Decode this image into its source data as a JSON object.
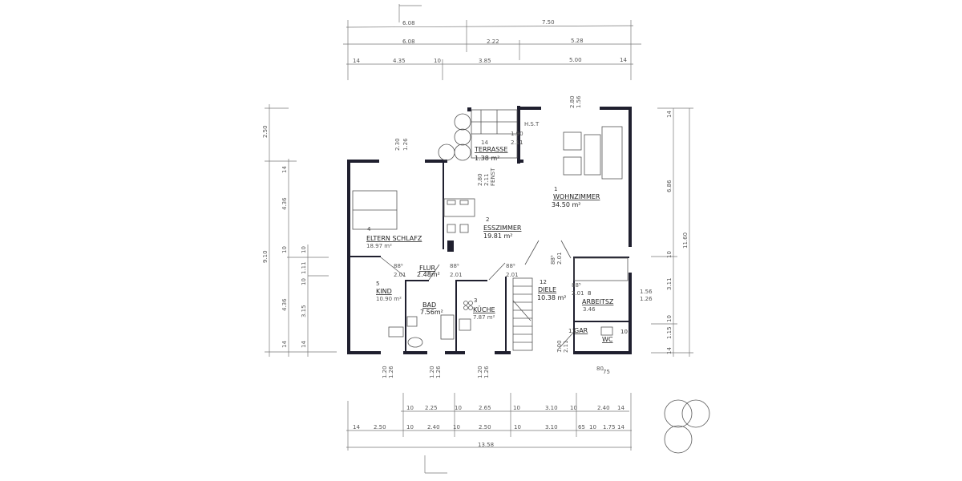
{
  "rooms": {
    "terrasse": {
      "name": "TERRASSE",
      "area": "1.38 m²"
    },
    "wohnzimmer": {
      "number": "1",
      "name": "WOHNZIMMER",
      "area": "34.50 m²"
    },
    "esszimmer": {
      "number": "2",
      "name": "ESSZIMMER",
      "area": "19.81 m²"
    },
    "kueche": {
      "number": "3",
      "name": "KÜCHE",
      "area": "7.87 m²"
    },
    "elternschlafz": {
      "number": "4",
      "name": "ELTERN SCHLAFZ",
      "area": "18.97 m²"
    },
    "kind": {
      "number": "5",
      "name": "KIND",
      "area": "10.90 m²"
    },
    "flur": {
      "name": "FLUR",
      "area": "2.48m²"
    },
    "bad": {
      "name": "BAD",
      "area": "7.56m²"
    },
    "diele": {
      "number": "12",
      "name": "DIELE",
      "area": "10.38 m²"
    },
    "arbeitsz": {
      "number": "8",
      "name": "ARBEITSZ",
      "area": "3.46"
    },
    "gar": {
      "number": "11",
      "name": "GAR"
    },
    "wc": {
      "number": "10",
      "name": "WC"
    }
  },
  "annotations": {
    "hst": "H.S.T",
    "terr_w": "1.90",
    "terr_h": "2.11",
    "terr_14": "14",
    "win_top_a": "2.30",
    "win_top_b": "1.26",
    "fenst_a": "2.80",
    "fenst_b": "2.11",
    "fenst_c": "FENST",
    "door_a": "88⁵",
    "door_b": "2.01",
    "right_win_a": "1.56",
    "right_win_b": "1.26",
    "top_right_a": "2.80",
    "top_right_b": "1.56",
    "bot_win_a": "1.20",
    "bot_win_b": "1.26",
    "entry_a": "1.00",
    "entry_b": "2.11",
    "entry_c": "80",
    "entry_d": "75"
  },
  "dimensions": {
    "top_row1": [
      "6.08",
      "7.50"
    ],
    "top_row2": [
      "6.08",
      "2.22",
      "5.28"
    ],
    "top_row3": [
      "14",
      "4.35",
      "10",
      "3.85",
      "5.00",
      "14"
    ],
    "bottom_row1": [
      "10",
      "2.25",
      "10",
      "2.65",
      "10",
      "3.10",
      "10",
      "2.40",
      "14"
    ],
    "bottom_row2": [
      "14",
      "2.50",
      "10",
      "2.40",
      "10",
      "2.50",
      "10",
      "3.10",
      "65",
      "10",
      "1.75",
      "14"
    ],
    "bottom_total": "13.58",
    "left_outer": [
      "2.50",
      "9.10"
    ],
    "left_mid": [
      "14",
      "4.36",
      "10",
      "4.36",
      "14"
    ],
    "left_inner": [
      "10",
      "1.11",
      "10",
      "3.15",
      "14"
    ],
    "right_inner": [
      "14",
      "6.86",
      "10",
      "3.11",
      "10",
      "1.15",
      "14"
    ],
    "right_total": "11.60"
  }
}
